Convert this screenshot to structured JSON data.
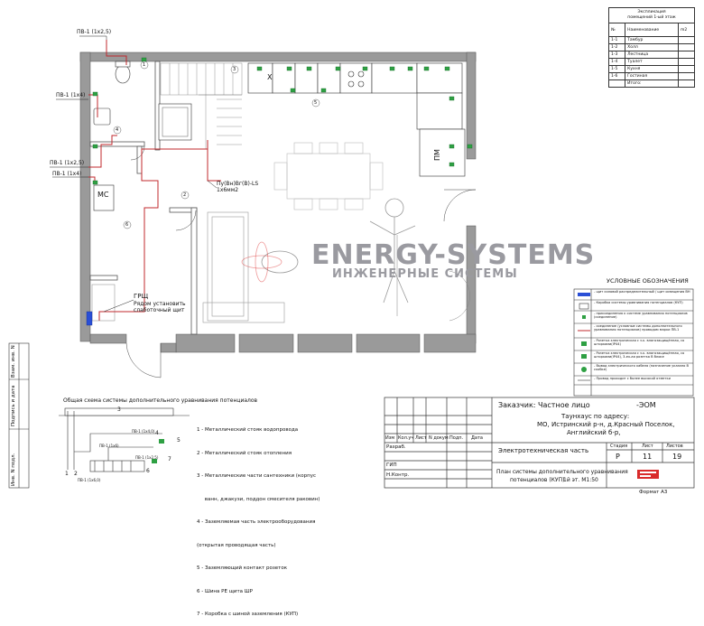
{
  "plan": {
    "labels": {
      "pv1_top": "ПВ-1 (1х2,5)",
      "pv1_a": "ПВ-1 (1х4)",
      "pv1_b": "ПВ-1 (1х2,5)",
      "pv1_c": "ПВ-1 (1х4)",
      "cable": "Пу(Вн)Вг(В)-LS\n1х6мм2",
      "mc": "МС",
      "pm": "ПМ",
      "x": "Х",
      "grsh": "ГРЩ",
      "grsh_note1": "Рядом установить",
      "grsh_note2": "слаботочный щит",
      "room1": "1",
      "room2": "2",
      "room3": "3",
      "room4": "4",
      "room5": "5",
      "room6": "6"
    }
  },
  "watermark": {
    "line1": "ENERGY-SYSTEMS",
    "line2": "ИНЖЕНЕРНЫЕ СИСТЕМЫ"
  },
  "explication": {
    "title1": "Экспликация",
    "title2": "помещений 1-ый этаж",
    "headers": [
      "№",
      "Наименование",
      "m2"
    ],
    "rows": [
      [
        "1-1",
        "Тамбур",
        ""
      ],
      [
        "1-2",
        "Холл",
        ""
      ],
      [
        "1-3",
        "Лестница",
        ""
      ],
      [
        "1-4",
        "Туалет",
        ""
      ],
      [
        "1-5",
        "Кухня",
        ""
      ],
      [
        "1-6",
        "Гостиная",
        ""
      ]
    ],
    "total": "Итого:"
  },
  "legend": {
    "title": "УСЛОВНЫЕ ОБОЗНАЧЕНИЯ",
    "items": [
      "- щит силовой распределительный / щит освещения ВН",
      "- Коробка системы уравнивания потенциалов (КУП)",
      "- присоединения к системе уравнивания потенциалов (соединение)",
      "- соединение (условные системы дополнительного уравнивания потенциалов) проводом марки ПВ-1",
      "- Розетка электрическая с з.к. влагозащищённая, со шторками(IP44)",
      "- Розетка электрическая с з.к. влагозащищённая, со шторками(IP44), 3-ех-ая розетка В блоке",
      "- Вывод электрического кабеля (назначение указано В скобке)",
      "- Провод проходит с более высокой отметки"
    ]
  },
  "scheme": {
    "title": "Общая схема системы дополнительного уравнивания потенциалов",
    "items": [
      "1 - Металлический стояк водопровода",
      "2 - Металлический стояк отопления",
      "3 - Металлические части сантехники (корпус",
      "     ванн, джакузи, поддон смесителя раковин)",
      "4 - Заземляемая часть электрооборудования",
      "(открытая проводящая часть)",
      "5 - Заземляющий контакт розеток",
      "6 - Шина РЕ щита ШР",
      "7 - Коробка с шиной заземления (КУП)"
    ],
    "nums": [
      "1",
      "2",
      "3",
      "4",
      "5",
      "6",
      "7"
    ],
    "sub": [
      "ПВ-1 (1х6,0)",
      "ПВ-1 (1х6)",
      "ПВ-1 (1х4,0)",
      "ПВ-1 (1х2,5)"
    ]
  },
  "side_stamp": [
    "Инв. N подл.",
    "Подпись и дата",
    "Взам. инв. N"
  ],
  "title_block": {
    "customer_label": "Заказчик: Частное лицо",
    "code": "-ЭОМ",
    "address1": "Таунхаус по адресу:",
    "address2": "МО, Истринский р-н, д.Красный Поселок,",
    "address3": "Английский б-р,",
    "cols": [
      "Изм",
      "Кол.уч",
      "Лист",
      "N докум",
      "Подп.",
      "Дата"
    ],
    "roles": [
      "Разраб.",
      "ГИП",
      "Н.Контр."
    ],
    "section": "Электротехническая часть",
    "stage_h": "Стадия",
    "sheet_h": "Лист",
    "sheets_h": "Листов",
    "stage": "Р",
    "sheet": "11",
    "sheets": "19",
    "drawing": "План системы дополнительного уравнивания",
    "drawing2": "потенциалов (КУП)",
    "scale": "1й эт. М1:50",
    "format": "Формат А3"
  }
}
